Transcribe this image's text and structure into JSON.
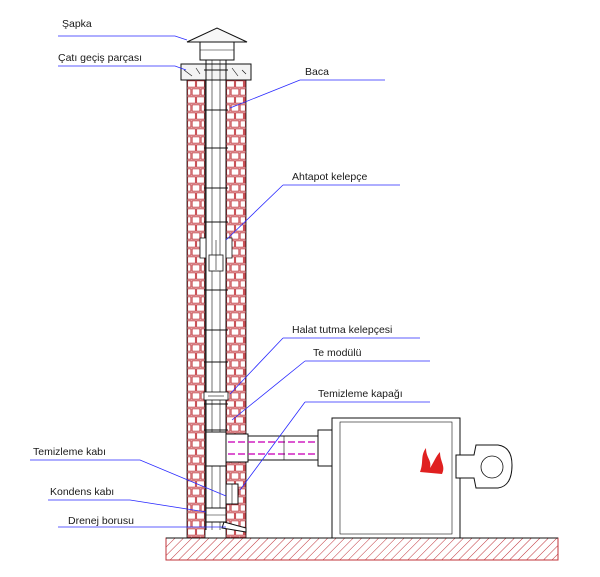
{
  "labels": {
    "sapka": "Şapka",
    "cati": "Çatı geçiş parçası",
    "baca": "Baca",
    "ahtapot": "Ahtapot kelepçe",
    "halat": "Halat tutma kelepçesi",
    "te": "Te modülü",
    "temizleme_kapagi": "Temizleme kapağı",
    "temizleme_kabi": "Temizleme kabı",
    "kondens": "Kondens kabı",
    "drenaj": "Drenej borusu"
  },
  "colors": {
    "brick": "#c0333a",
    "pipe_inner": "#d020c0",
    "flame": "#e02020",
    "line": "#111111",
    "leader": "#2a2aff"
  },
  "icons": {
    "flame": "flame-icon"
  }
}
